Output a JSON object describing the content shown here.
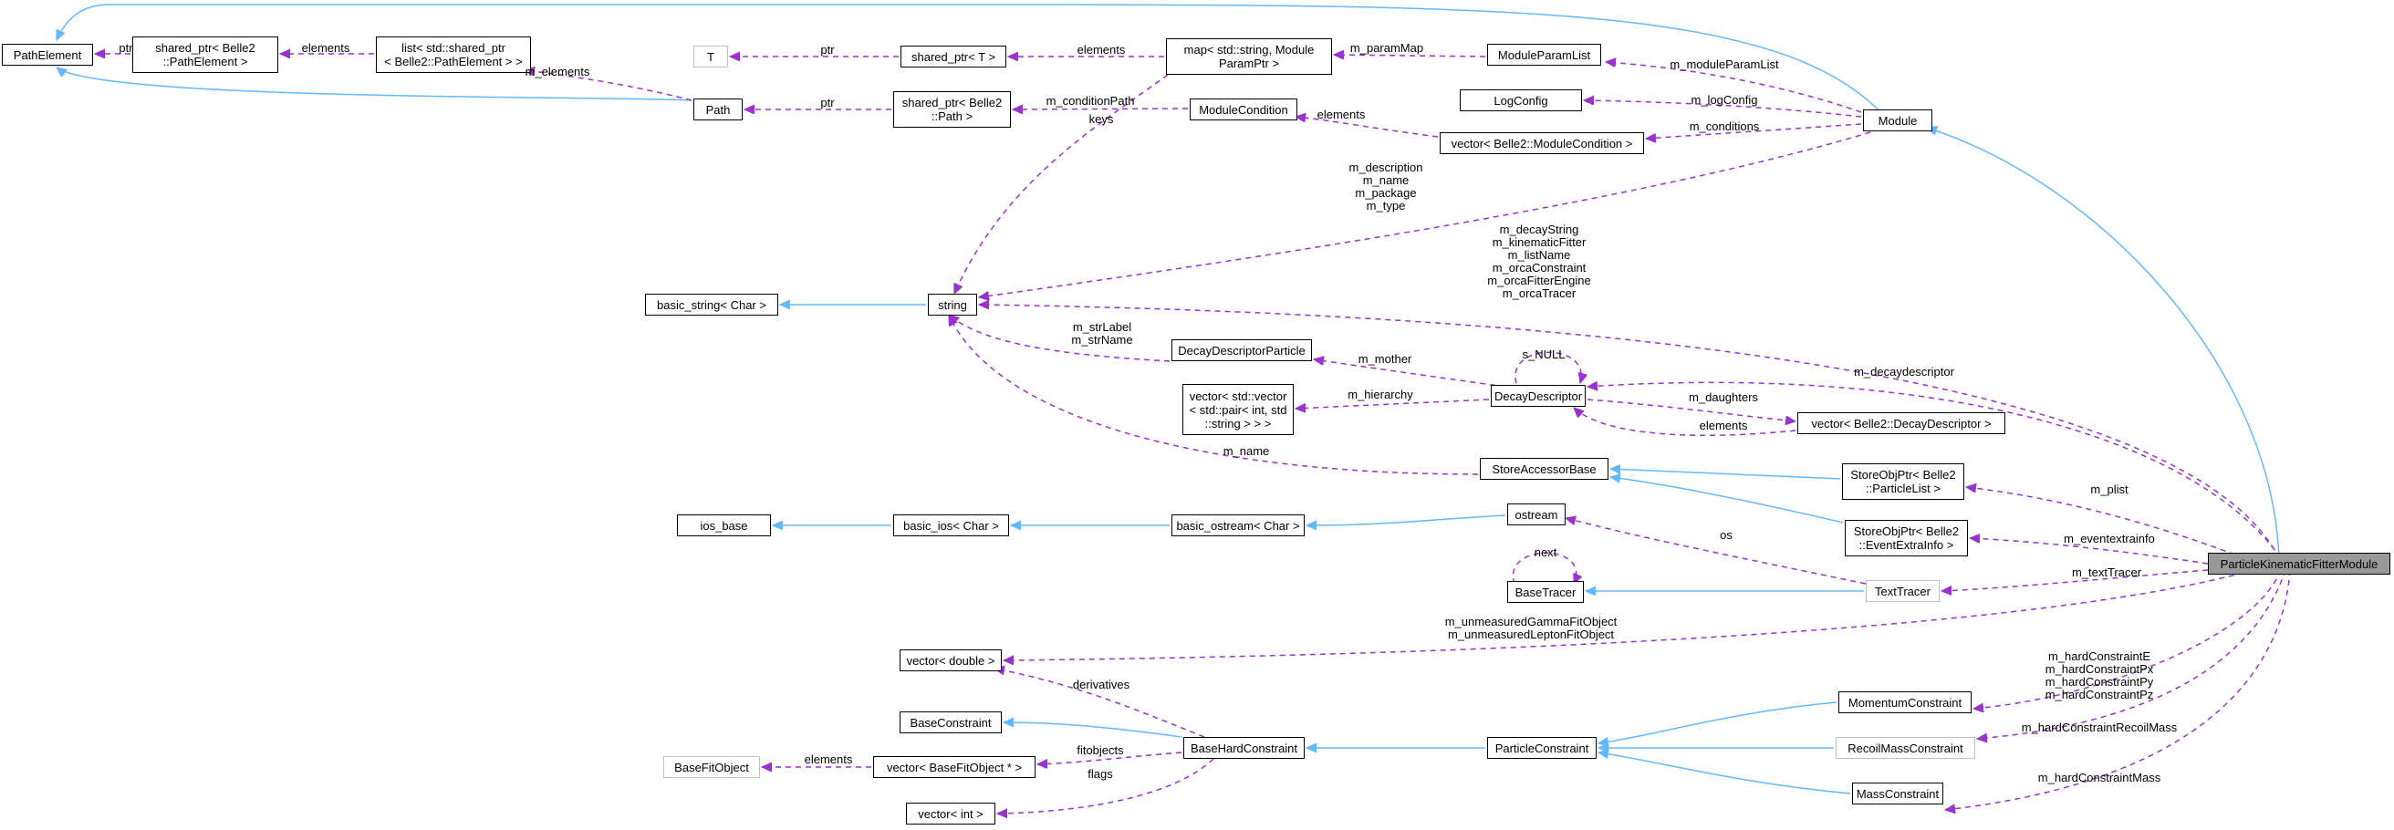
{
  "colors": {
    "inheritance": "#63b8ff",
    "usage": "#9a32cd",
    "node_border": "#000000",
    "undocumented_border": "#bfbfbf",
    "focus_fill": "#999999"
  },
  "nodes": {
    "path_element": "PathElement",
    "shared_ptr_path_element": "shared_ptr< Belle2\n::PathElement >",
    "list_shared_ptr": "list< std::shared_ptr\n< Belle2::PathElement > >",
    "path": "Path",
    "t": "T",
    "shared_ptr_t": "shared_ptr< T >",
    "shared_ptr_path": "shared_ptr< Belle2\n::Path >",
    "map_module_param": "map< std::string, Module\nParamPtr >",
    "module_condition": "ModuleCondition",
    "module_param_list": "ModuleParamList",
    "log_config": "LogConfig",
    "vector_module_condition": "vector< Belle2::ModuleCondition >",
    "module": "Module",
    "basic_string": "basic_string< Char >",
    "string": "string",
    "decay_descriptor_particle": "DecayDescriptorParticle",
    "decay_descriptor": "DecayDescriptor",
    "vector_vector_pair": "vector< std::vector\n< std::pair< int, std\n::string > > >",
    "vector_decay_descriptor": "vector< Belle2::DecayDescriptor >",
    "store_accessor_base": "StoreAccessorBase",
    "store_obj_ptr_particle_list": "StoreObjPtr< Belle2\n::ParticleList >",
    "store_obj_ptr_event_extra": "StoreObjPtr< Belle2\n::EventExtraInfo >",
    "ios_base": "ios_base",
    "basic_ios": "basic_ios< Char >",
    "basic_ostream": "basic_ostream< Char >",
    "ostream": "ostream",
    "base_tracer": "BaseTracer",
    "text_tracer": "TextTracer",
    "particle_kinematic_fitter_module": "ParticleKinematicFitterModule",
    "vector_double": "vector< double >",
    "base_constraint": "BaseConstraint",
    "base_hard_constraint": "BaseHardConstraint",
    "base_fit_object": "BaseFitObject",
    "vector_base_fit_object": "vector< BaseFitObject * >",
    "vector_int": "vector< int >",
    "particle_constraint": "ParticleConstraint",
    "momentum_constraint": "MomentumConstraint",
    "recoil_mass_constraint": "RecoilMassConstraint",
    "mass_constraint": "MassConstraint"
  },
  "edges": {
    "ptr_pe": "ptr",
    "elements_list": "elements",
    "m_elements": "m_elements",
    "ptr_path": "ptr",
    "ptr_t": "ptr",
    "elements_map": "elements",
    "m_param_map": "m_paramMap",
    "m_condition_path": "m_conditionPath",
    "elements_cond": "elements",
    "m_module_param_list": "m_moduleParamList",
    "m_log_config": "m_logConfig",
    "m_conditions": "m_conditions",
    "keys": "keys",
    "module_strings": "m_description\nm_name\nm_package\nm_type",
    "fitter_strings": "m_decayString\nm_kinematicFitter\nm_listName\nm_orcaConstraint\nm_orcaFitterEngine\nm_orcaTracer",
    "m_str_label": "m_strLabel\nm_strName",
    "s_null": "s_NULL",
    "m_mother": "m_mother",
    "m_hierarchy": "m_hierarchy",
    "m_daughters": "m_daughters",
    "elements_dd": "elements",
    "m_decaydescriptor": "m_decaydescriptor",
    "m_name": "m_name",
    "m_plist": "m_plist",
    "m_eventextrainfo": "m_eventextrainfo",
    "os": "os",
    "next": "next",
    "m_text_tracer": "m_textTracer",
    "m_unmeasured": "m_unmeasuredGammaFitObject\nm_unmeasuredLeptonFitObject",
    "derivatives": "derivatives",
    "elements_fit": "elements",
    "fitobjects": "fitobjects",
    "flags": "flags",
    "m_hard_momentum": "m_hardConstraintE\nm_hardConstraintPx\nm_hardConstraintPy\nm_hardConstraintPz",
    "m_hard_recoil": "m_hardConstraintRecoilMass",
    "m_hard_mass": "m_hardConstraintMass"
  }
}
